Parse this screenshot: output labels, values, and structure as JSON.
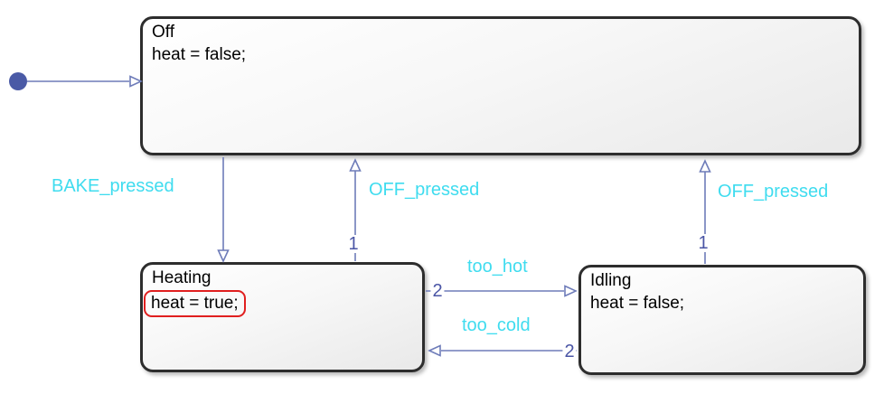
{
  "diagram": {
    "type": "stateflow-state-machine",
    "colors": {
      "background": "#ffffff",
      "state_border": "#2d2d2d",
      "state_fill_top": "#ffffff",
      "state_fill_bottom": "#e9e9e9",
      "transition_line": "#6e7cb9",
      "transition_label": "#3fdcef",
      "transition_number": "#4a55a5",
      "initial_dot": "#4a5aa6",
      "highlight_border": "#e01f1f",
      "state_text": "#000000"
    },
    "states": [
      {
        "id": "off",
        "title": "Off",
        "body": "heat = false;",
        "highlighted": false
      },
      {
        "id": "heating",
        "title": "Heating",
        "body": "heat = true;",
        "highlighted": true
      },
      {
        "id": "idling",
        "title": "Idling",
        "body": "heat = false;",
        "highlighted": false
      }
    ],
    "transitions": [
      {
        "id": "initial",
        "from": "",
        "to": "off",
        "label": "",
        "number": ""
      },
      {
        "id": "bake-pressed",
        "from": "off",
        "to": "heating",
        "label": "BAKE_pressed",
        "number": ""
      },
      {
        "id": "off-from-heating",
        "from": "heating",
        "to": "off",
        "label": "OFF_pressed",
        "number": "1"
      },
      {
        "id": "off-from-idling",
        "from": "idling",
        "to": "off",
        "label": "OFF_pressed",
        "number": "1"
      },
      {
        "id": "too-hot",
        "from": "heating",
        "to": "idling",
        "label": "too_hot",
        "number": "2"
      },
      {
        "id": "too-cold",
        "from": "idling",
        "to": "heating",
        "label": "too_cold",
        "number": "2"
      }
    ]
  }
}
